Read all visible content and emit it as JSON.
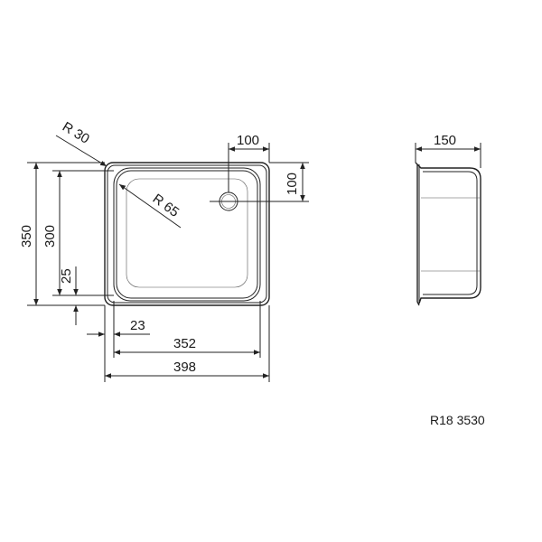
{
  "drawing": {
    "model_code": "R18 3530",
    "top_view": {
      "radius_outer_label": "R 30",
      "radius_inner_label": "R 65",
      "drain_offset_x_label": "100",
      "drain_offset_y_label": "100",
      "outer_height_label": "350",
      "bowl_height_label": "300",
      "bottom_offset_label": "25",
      "left_offset_label": "23",
      "bowl_width_label": "352",
      "outer_width_label": "398"
    },
    "side_view": {
      "depth_label": "150"
    }
  }
}
